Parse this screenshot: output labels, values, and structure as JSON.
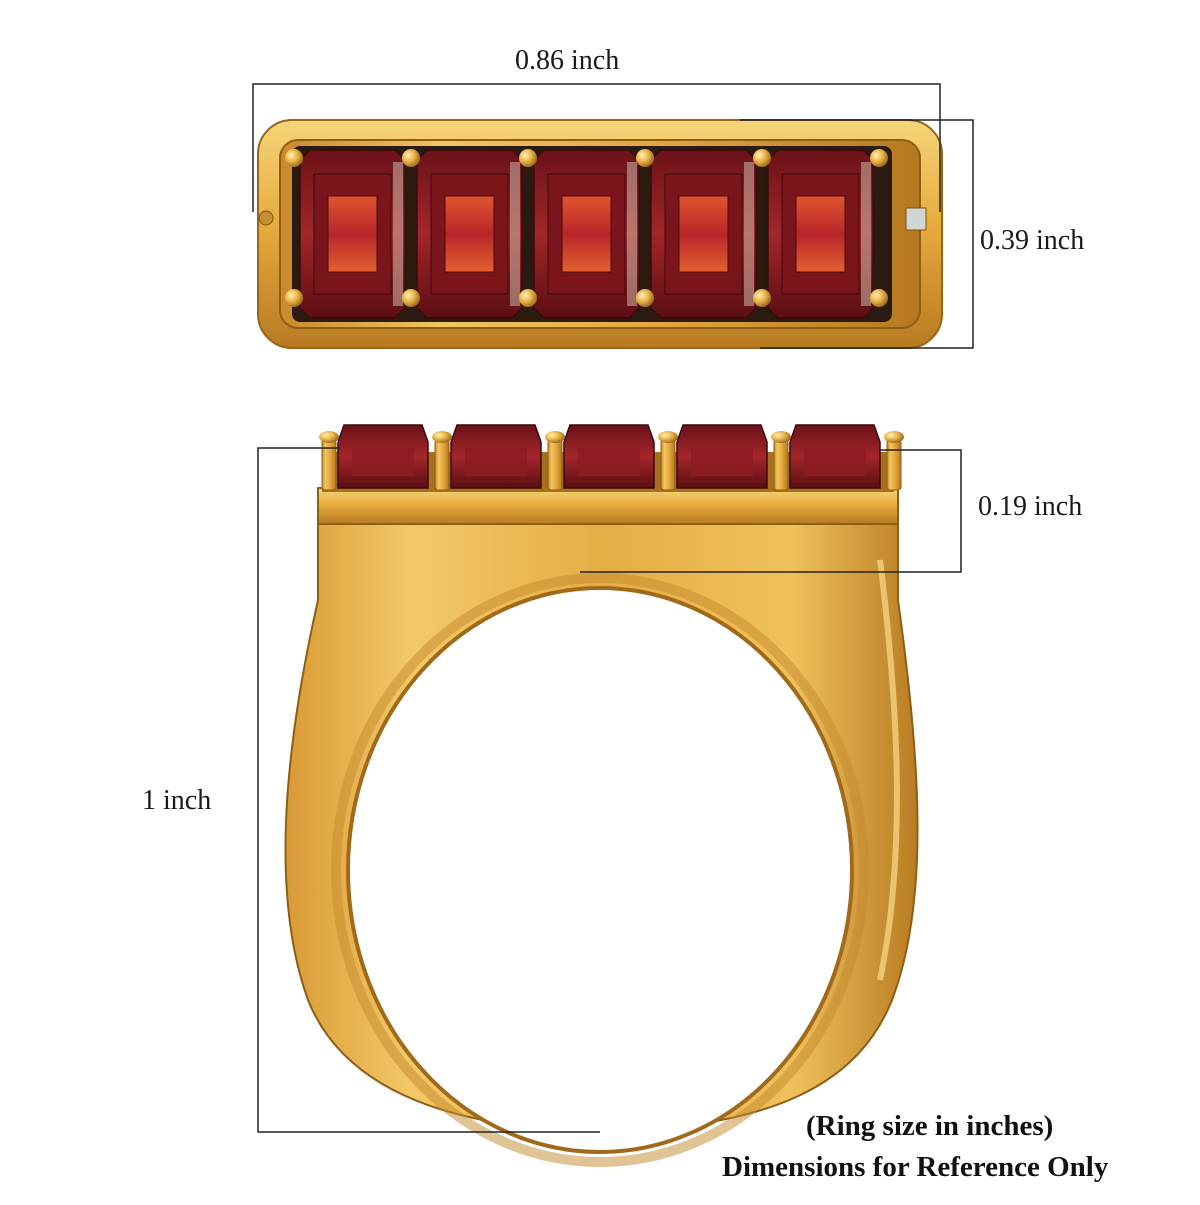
{
  "dimensions": {
    "top_width": "0.86 inch",
    "top_height": "0.39 inch",
    "band_height": "0.19 inch",
    "ring_height": "1 inch"
  },
  "notes": {
    "line1": "(Ring size in inches)",
    "line2": "Dimensions for Reference Only"
  },
  "colors": {
    "gold_light": "#f3c766",
    "gold_mid": "#e0a33a",
    "gold_dark": "#a8701c",
    "garnet_dark": "#5a0f14",
    "garnet_mid": "#8e1b22",
    "garnet_light": "#d9452c"
  },
  "stones": {
    "count": 5,
    "cut": "emerald",
    "metal": "gold"
  }
}
